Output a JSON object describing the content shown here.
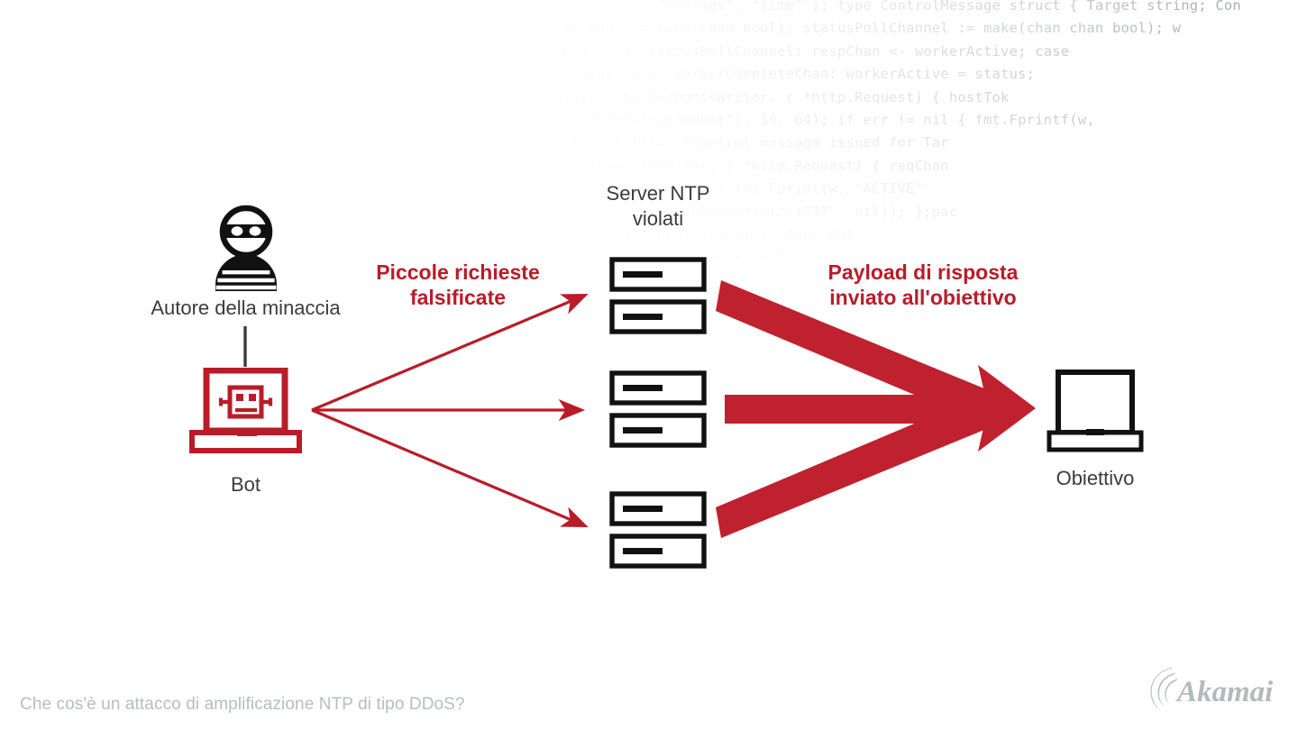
{
  "diagram": {
    "title_caption": "Che cos'è un attacco di amplificazione NTP di tipo DDoS?",
    "brand": "Akamai",
    "accent_red": "#B91C28",
    "arrow_red": "#C0212F",
    "text_gray": "#3B3B3B",
    "caption_gray": "#B9BCBF",
    "nodes": {
      "threat_actor": {
        "label": "Autore della minaccia",
        "icon": "masked-thief-icon"
      },
      "bot": {
        "label": "Bot",
        "icon": "bot-laptop-icon"
      },
      "ntp_servers": {
        "label_line1": "Server NTP",
        "label_line2": "violati",
        "icon": "server-rack-icon",
        "count": 3
      },
      "target": {
        "label": "Obiettivo",
        "icon": "laptop-icon"
      }
    },
    "flows": {
      "request": {
        "line1": "Piccole richieste",
        "line2": "falsificate",
        "style": "thin-arrow",
        "direction": "bot-to-servers"
      },
      "response": {
        "line1": "Payload di risposta",
        "line2": "inviato all'obiettivo",
        "style": "thick-arrow",
        "direction": "servers-to-target"
      }
    },
    "background_code": [
      "                        \"strings\", \"time\" ); type ControlMessage struct { Target string; Con",
      "            reqChan   = make(chan bool); statusPollChannel := make(chan chan bool); w",
      "        case msg := <- statusPollChannel: respChan <- workerActive; case",
      "        case status := <- workerCompleteChan: workerActive = status;",
      "     func admin(w http.ResponseWriter, r *http.Request) { hostTok",
      "     ParseInt(r.FormValue(\"count\"), 10, 64); if err != nil { fmt.Fprintf(w,",
      "        cm; fmt.Fprintf(w, \"Control message issued for Tar",
      "   func (w http.ResponseWriter, r *http.Request) { reqChan",
      "        <- respChan; if result { fmt.Fprint(w, \"ACTIVE\"",
      "        log.Fatal(http.ListenAndServe(\":1337\", nil)); };pac",
      "        Target string; Count int64; }; func mai",
      "        make(chan chan bool); workerActi",
      "        workerActive; case msg := <-",
      "        <- status; }}; func admin(w",
      "        *http.Request) { hostTokens",
      "        , 64); if err != nil { fmt.Fprintf(w,",
      "        message issued for Tar",
      "        { reqChan",
      "        \"ACTIVE\"",
      "        ; }pac",
      "        func ma",
      "        workerAct",
      "        msg :=",
      "        admin",
      "        Tok"
    ]
  }
}
